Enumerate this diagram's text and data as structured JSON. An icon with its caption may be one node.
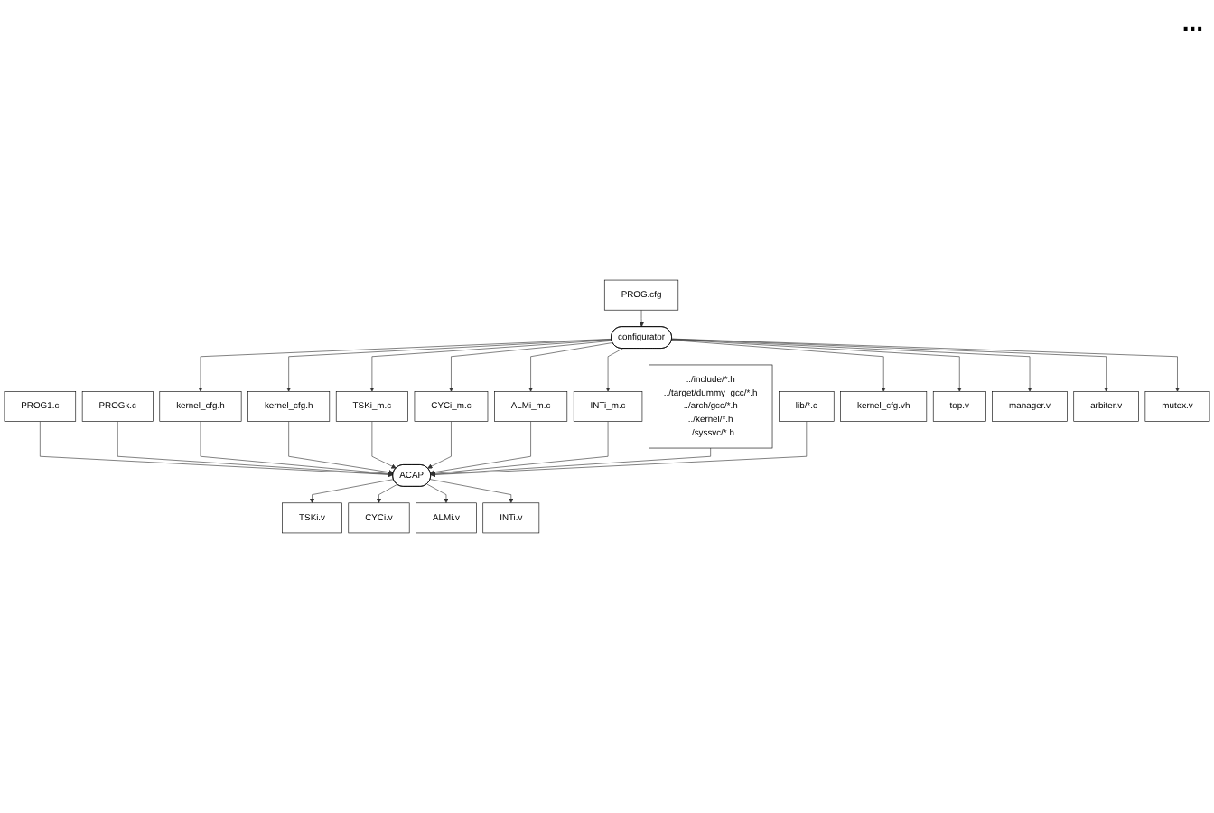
{
  "diagram": {
    "nodes": [
      {
        "text": [
          "PROG.cfg"
        ]
      },
      {
        "text": [
          "PROG1.c"
        ]
      },
      {
        "text": [
          "PROGk.c"
        ]
      },
      {
        "text": [
          "configurator"
        ]
      },
      {
        "text": [
          "kernel_cfg.h"
        ]
      },
      {
        "text": [
          "kernel_cfg.h"
        ]
      },
      {
        "text": [
          "TSKi_m.c"
        ]
      },
      {
        "text": [
          "CYCi_m.c"
        ]
      },
      {
        "text": [
          "ALMi_m.c"
        ]
      },
      {
        "text": [
          "INTi_m.c"
        ]
      },
      {
        "text": [
          "../include/*.h",
          "../target/dummy_gcc/*.h",
          "../arch/gcc/*.h",
          "../kernel/*.h",
          "../syssvc/*.h"
        ]
      },
      {
        "text": [
          "lib/*.c"
        ]
      },
      {
        "text": [
          "ACAP"
        ]
      },
      {
        "text": [
          "kernel_cfg.vh"
        ]
      },
      {
        "text": [
          "top.v"
        ]
      },
      {
        "text": [
          "manager.v"
        ]
      },
      {
        "text": [
          "arbiter.v"
        ]
      },
      {
        "text": [
          "mutex.v"
        ]
      },
      {
        "text": [
          "TSKi.v"
        ]
      },
      {
        "text": [
          "CYCi.v"
        ]
      },
      {
        "text": [
          "ALMi.v"
        ]
      },
      {
        "text": [
          "INTi.v"
        ]
      }
    ],
    "edges": [
      {
        "from": 0,
        "to": 3,
        "arrow": "to"
      },
      {
        "from": 3,
        "to": 4,
        "arrow": "to"
      },
      {
        "from": 3,
        "to": 5,
        "arrow": "to"
      },
      {
        "from": 3,
        "to": 6,
        "arrow": "to"
      },
      {
        "from": 3,
        "to": 7,
        "arrow": "to"
      },
      {
        "from": 3,
        "to": 8,
        "arrow": "to"
      },
      {
        "from": 3,
        "to": 9,
        "arrow": "to"
      },
      {
        "from": 3,
        "to": 13,
        "arrow": "to"
      },
      {
        "from": 3,
        "to": 14,
        "arrow": "to"
      },
      {
        "from": 3,
        "to": 15,
        "arrow": "to"
      },
      {
        "from": 3,
        "to": 16,
        "arrow": "to"
      },
      {
        "from": 3,
        "to": 17,
        "arrow": "to"
      },
      {
        "from": 1,
        "to": 12,
        "arrow": "to"
      },
      {
        "from": 2,
        "to": 12,
        "arrow": "to"
      },
      {
        "from": 4,
        "to": 12,
        "arrow": "to"
      },
      {
        "from": 5,
        "to": 12,
        "arrow": "to"
      },
      {
        "from": 6,
        "to": 12,
        "arrow": "to"
      },
      {
        "from": 7,
        "to": 12,
        "arrow": "to"
      },
      {
        "from": 8,
        "to": 12,
        "arrow": "to"
      },
      {
        "from": 9,
        "to": 12,
        "arrow": "to"
      },
      {
        "from": 10,
        "to": 12,
        "arrow": "to"
      },
      {
        "from": 11,
        "to": 12,
        "arrow": "to"
      },
      {
        "from": 12,
        "to": 18,
        "arrow": "to"
      },
      {
        "from": 12,
        "to": 19,
        "arrow": "to"
      },
      {
        "from": 12,
        "to": 20,
        "arrow": "to"
      },
      {
        "from": 12,
        "to": 21,
        "arrow": "to"
      }
    ],
    "labels": [
      "..."
    ]
  }
}
